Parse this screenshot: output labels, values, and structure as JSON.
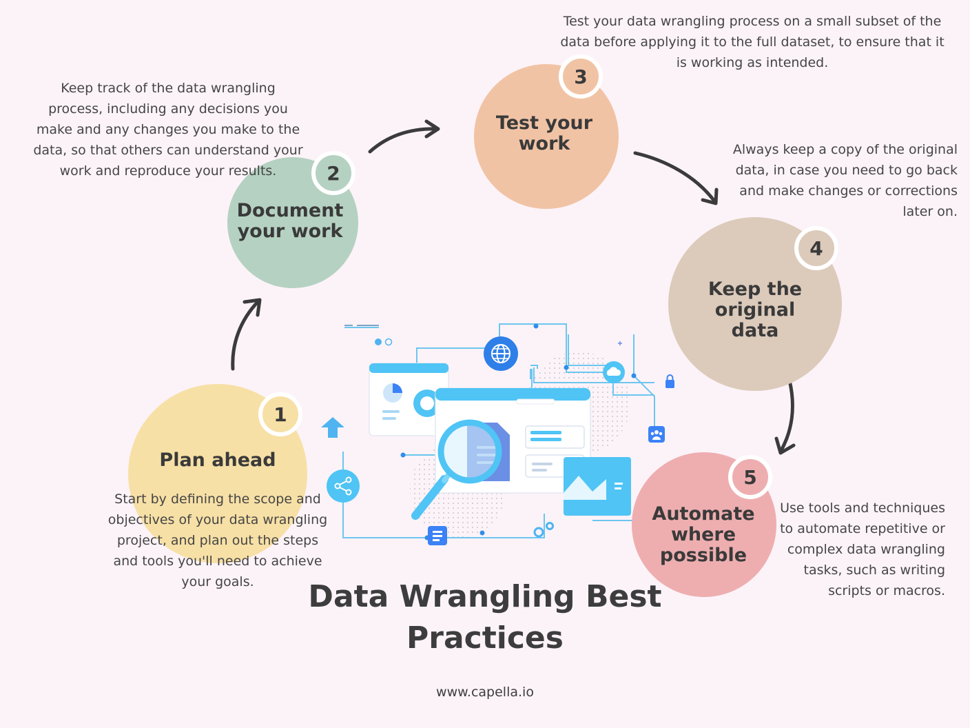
{
  "title": "Data Wrangling Best Practices",
  "footer": "www.capella.io",
  "colors": {
    "background": "#fcf3f8",
    "step1": "#f7e0a6",
    "step2": "#b5d1c2",
    "step3": "#f1c3a5",
    "step4": "#dccabb",
    "step5": "#eeaeb0",
    "arrow": "#3b3b3b",
    "illustration_accent": "#4fc4f5"
  },
  "steps": [
    {
      "number": "1",
      "title_lines": [
        "Plan ahead"
      ],
      "description": "Start by defining the scope and objectives of your data wrangling project, and plan out the steps and tools you'll need to achieve your goals."
    },
    {
      "number": "2",
      "title_lines": [
        "Document",
        "your work"
      ],
      "description": "Keep track of the data wrangling process, including any decisions you make and any changes you make to the data, so that others can understand your work and reproduce your results."
    },
    {
      "number": "3",
      "title_lines": [
        "Test your",
        "work"
      ],
      "description": "Test your data wrangling process on a small subset of the data before applying it to the full dataset, to ensure that it is working as intended."
    },
    {
      "number": "4",
      "title_lines": [
        "Keep the original",
        "data"
      ],
      "description": "Always keep a copy of the original data, in case you need to go back and make changes or corrections later on."
    },
    {
      "number": "5",
      "title_lines": [
        "Automate",
        "where",
        "possible"
      ],
      "description": "Use tools and techniques to automate repetitive or complex data wrangling tasks, such as writing scripts or macros."
    }
  ],
  "illustration": {
    "icons": [
      "globe-icon",
      "cloud-icon",
      "lock-icon",
      "users-icon",
      "share-icon",
      "document-icon",
      "gears-icon",
      "upload-arrow-icon",
      "magnifier-icon",
      "target-icon"
    ]
  }
}
